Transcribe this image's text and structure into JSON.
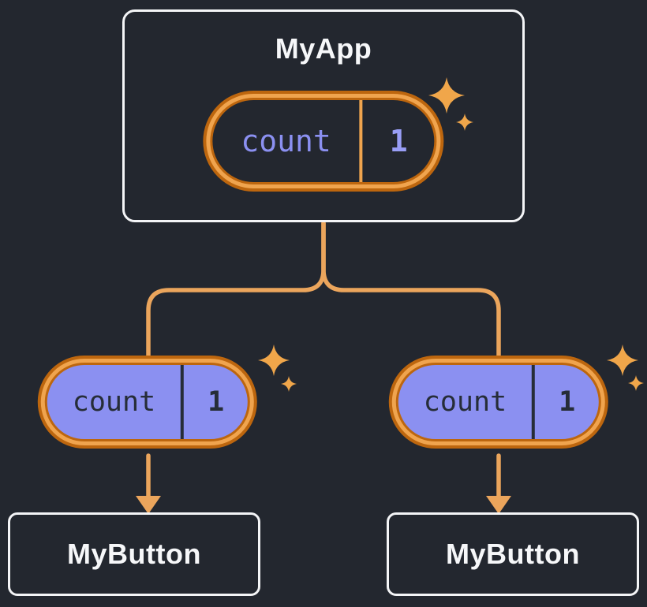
{
  "parent": {
    "title": "MyApp",
    "state": {
      "label": "count",
      "value": "1"
    }
  },
  "children": [
    {
      "title": "MyButton",
      "state": {
        "label": "count",
        "value": "1"
      }
    },
    {
      "title": "MyButton",
      "state": {
        "label": "count",
        "value": "1"
      }
    }
  ],
  "icons": {
    "sparkle": "four-point-star"
  },
  "colors": {
    "background": "#23272f",
    "box_fill": "#23272f",
    "box_border": "#f4f5f7",
    "connector_orange": "#eba55c",
    "pill_ring_light": "#f0a44e",
    "pill_ring_dark": "#bd660e",
    "lavender": "#8b90f1",
    "text_light": "#f6f7f9",
    "text_dark": "#262d38",
    "sparkle_orange": "#f0a64a"
  }
}
